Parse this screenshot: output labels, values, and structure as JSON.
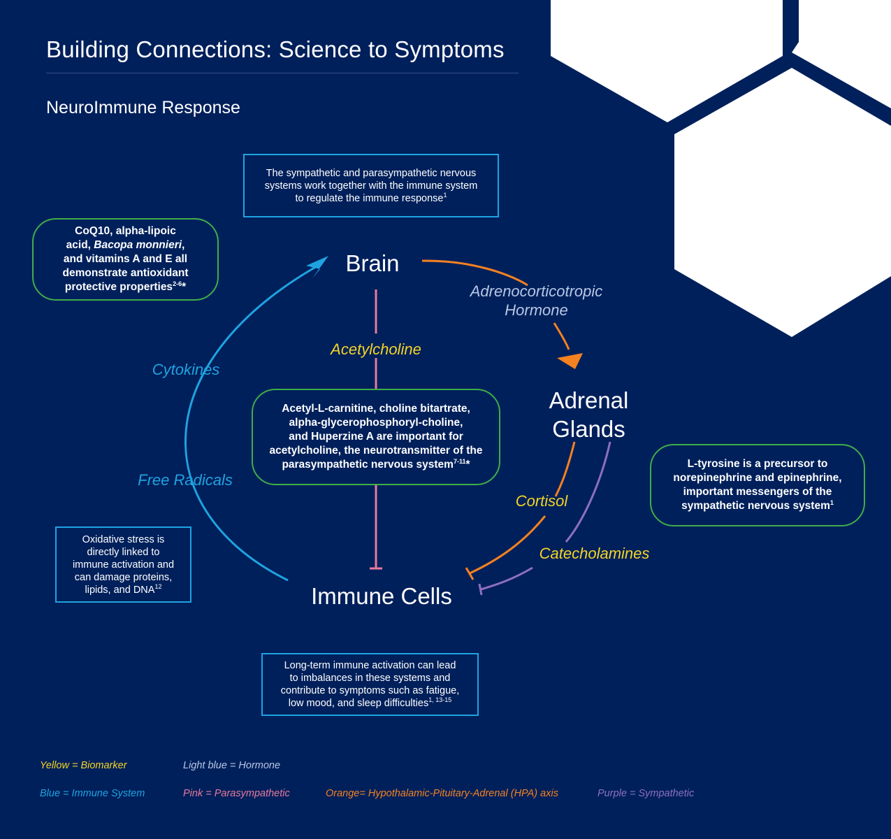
{
  "header": {
    "title": "Building Connections: Science to Symptoms",
    "subtitle": "NeuroImmune Response"
  },
  "nodes": {
    "brain": "Brain",
    "adrenal_line1": "Adrenal",
    "adrenal_line2": "Glands",
    "immune": "Immune Cells"
  },
  "pathway_labels": {
    "acth_line1": "Adrenocorticotropic",
    "acth_line2": "Hormone",
    "acetylcholine": "Acetylcholine",
    "cytokines": "Cytokines",
    "free_radicals": "Free Radicals",
    "cortisol": "Cortisol",
    "catecholamines": "Catecholamines"
  },
  "boxes": {
    "top": {
      "l1": "The sympathetic and parasympathetic nervous",
      "l2": "systems work together with the immune system",
      "l3": "to regulate the immune response",
      "ref": "1"
    },
    "antioxidant": {
      "l1": "CoQ10, alpha-lipoic",
      "l2a": "acid, ",
      "l2b": "Bacopa monnieri",
      "l2c": ",",
      "l3": "and vitamins A and E all",
      "l4": "demonstrate antioxidant",
      "l5": "protective properties",
      "ref": "2-6",
      "mark": "*"
    },
    "acetyl": {
      "l1": "Acetyl-L-carnitine, choline bitartrate,",
      "l2": "alpha-glycerophosphoryl-choline,",
      "l3": "and Huperzine A are important for",
      "l4": "acetylcholine, the neurotransmitter of the",
      "l5": "parasympathetic nervous system",
      "ref": "7-11",
      "mark": "*"
    },
    "tyrosine": {
      "l1": "L-tyrosine is a precursor to",
      "l2": "norepinephrine and epinephrine,",
      "l3": "important messengers of the",
      "l4": "sympathetic nervous system",
      "ref": "1"
    },
    "oxidative": {
      "l1": "Oxidative stress is",
      "l2": "directly linked to",
      "l3": "immune activation and",
      "l4": "can damage proteins,",
      "l5": "lipids, and DNA",
      "ref": "12"
    },
    "longterm": {
      "l1": "Long-term immune activation can lead",
      "l2": "to imbalances in these systems and",
      "l3": "contribute to  symptoms such as fatigue,",
      "l4": "low mood, and sleep difficulties",
      "ref": "1, 13-15"
    }
  },
  "legend": {
    "yellow": "Yellow = Biomarker",
    "light_blue": "Light blue = Hormone",
    "blue": "Blue =  Immune System",
    "pink": "Pink =  Parasympathetic",
    "orange": "Orange= Hypothalamic-Pituitary-Adrenal (HPA) axis",
    "purple": "Purple =  Sympathetic"
  },
  "colors": {
    "background": "#00205b",
    "yellow": "#f3d426",
    "light_blue": "#b7c7e6",
    "blue": "#1fa3e0",
    "pink": "#e87a9c",
    "orange": "#f58220",
    "purple": "#8e6fc1",
    "green_border": "#3fae49"
  }
}
